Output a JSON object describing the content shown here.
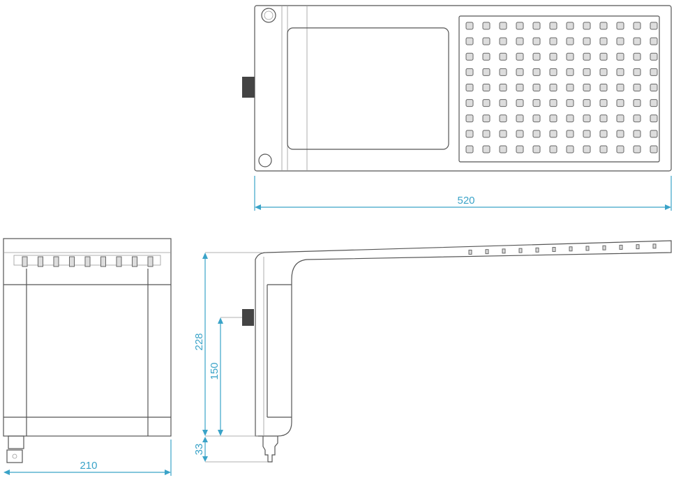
{
  "drawing": {
    "views": [
      "top-view",
      "front-view",
      "side-view"
    ],
    "dimensions": {
      "top_length": "520",
      "front_width": "210",
      "side_height": "228",
      "inlet_height": "150",
      "inlet_length": "33"
    },
    "nozzle_grid": {
      "columns": 12,
      "rows": 9
    },
    "front_nozzles": 9,
    "colors": {
      "dimension": "#3aa3c8",
      "outline": "#555555"
    }
  }
}
